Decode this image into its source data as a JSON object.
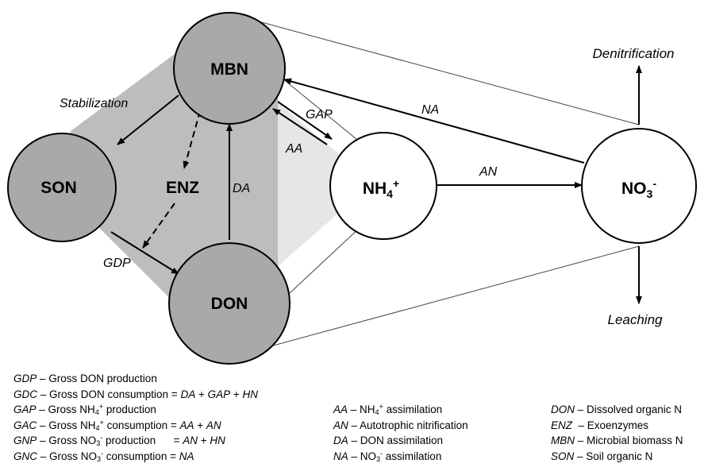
{
  "nodes": {
    "mbn": "MBN",
    "son": "SON",
    "enz": "ENZ",
    "don": "DON",
    "nh4": {
      "base": "NH",
      "sub": "4",
      "sup": "+"
    },
    "no3": {
      "base": "NO",
      "sub": "3",
      "sup": "-"
    }
  },
  "flows": {
    "stabilization": "Stabilization",
    "gap": "GAP",
    "aa": "AA",
    "na": "NA",
    "an": "AN",
    "da": "DA",
    "gdp": "GDP",
    "denitrification": "Denitrification",
    "leaching": "Leaching"
  },
  "legend": {
    "col1": [
      {
        "abbr": "GDP",
        "parts": [
          {
            "t": " – Gross DON production"
          }
        ]
      },
      {
        "abbr": "GDC",
        "parts": [
          {
            "t": " – Gross DON consumption = "
          },
          {
            "t": "DA",
            "i": true
          },
          {
            "t": " + "
          },
          {
            "t": "GAP",
            "i": true
          },
          {
            "t": " + "
          },
          {
            "t": "HN",
            "i": true
          }
        ]
      },
      {
        "abbr": "GAP",
        "parts": [
          {
            "t": " – Gross NH"
          },
          {
            "t": "4",
            "sub": true
          },
          {
            "t": "+",
            "sup": true
          },
          {
            "t": " production"
          }
        ]
      },
      {
        "abbr": "GAC",
        "parts": [
          {
            "t": " – Gross NH"
          },
          {
            "t": "4",
            "sub": true
          },
          {
            "t": "+",
            "sup": true
          },
          {
            "t": " consumption = "
          },
          {
            "t": "AA",
            "i": true
          },
          {
            "t": " + "
          },
          {
            "t": "AN",
            "i": true
          }
        ]
      },
      {
        "abbr": "GNP",
        "parts": [
          {
            "t": " – Gross NO"
          },
          {
            "t": "3",
            "sub": true
          },
          {
            "t": "-",
            "sup": true
          },
          {
            "t": " production      = "
          },
          {
            "t": "AN",
            "i": true
          },
          {
            "t": " + "
          },
          {
            "t": "HN",
            "i": true
          }
        ]
      },
      {
        "abbr": "GNC",
        "parts": [
          {
            "t": " – Gross NO"
          },
          {
            "t": "3",
            "sub": true
          },
          {
            "t": "-",
            "sup": true
          },
          {
            "t": " consumption = "
          },
          {
            "t": "NA",
            "i": true
          }
        ]
      }
    ],
    "col2": [
      {
        "abbr": "AA",
        "parts": [
          {
            "t": " – NH"
          },
          {
            "t": "4",
            "sub": true
          },
          {
            "t": "+",
            "sup": true
          },
          {
            "t": " assimilation"
          }
        ]
      },
      {
        "abbr": "AN",
        "parts": [
          {
            "t": " – Autotrophic nitrification"
          }
        ]
      },
      {
        "abbr": "DA",
        "parts": [
          {
            "t": " – DON assimilation"
          }
        ]
      },
      {
        "abbr": "NA",
        "parts": [
          {
            "t": " – NO"
          },
          {
            "t": "3",
            "sub": true
          },
          {
            "t": "-",
            "sup": true
          },
          {
            "t": " assimilation"
          }
        ]
      }
    ],
    "col3": [
      {
        "abbr": "DON",
        "parts": [
          {
            "t": " – Dissolved organic N"
          }
        ]
      },
      {
        "abbr": "ENZ",
        "parts": [
          {
            "t": "  – Exoenzymes"
          }
        ]
      },
      {
        "abbr": "MBN",
        "parts": [
          {
            "t": " – Microbial biomass N"
          }
        ]
      },
      {
        "abbr": "SON",
        "parts": [
          {
            "t": " – Soil organic N"
          }
        ]
      }
    ]
  },
  "colors": {
    "dark_fill": "#bdbdbd",
    "light_fill": "#e6e6e6",
    "circle_fill": "#a9a9a9",
    "white": "#ffffff",
    "stroke": "#000000",
    "guide": "#444444"
  }
}
